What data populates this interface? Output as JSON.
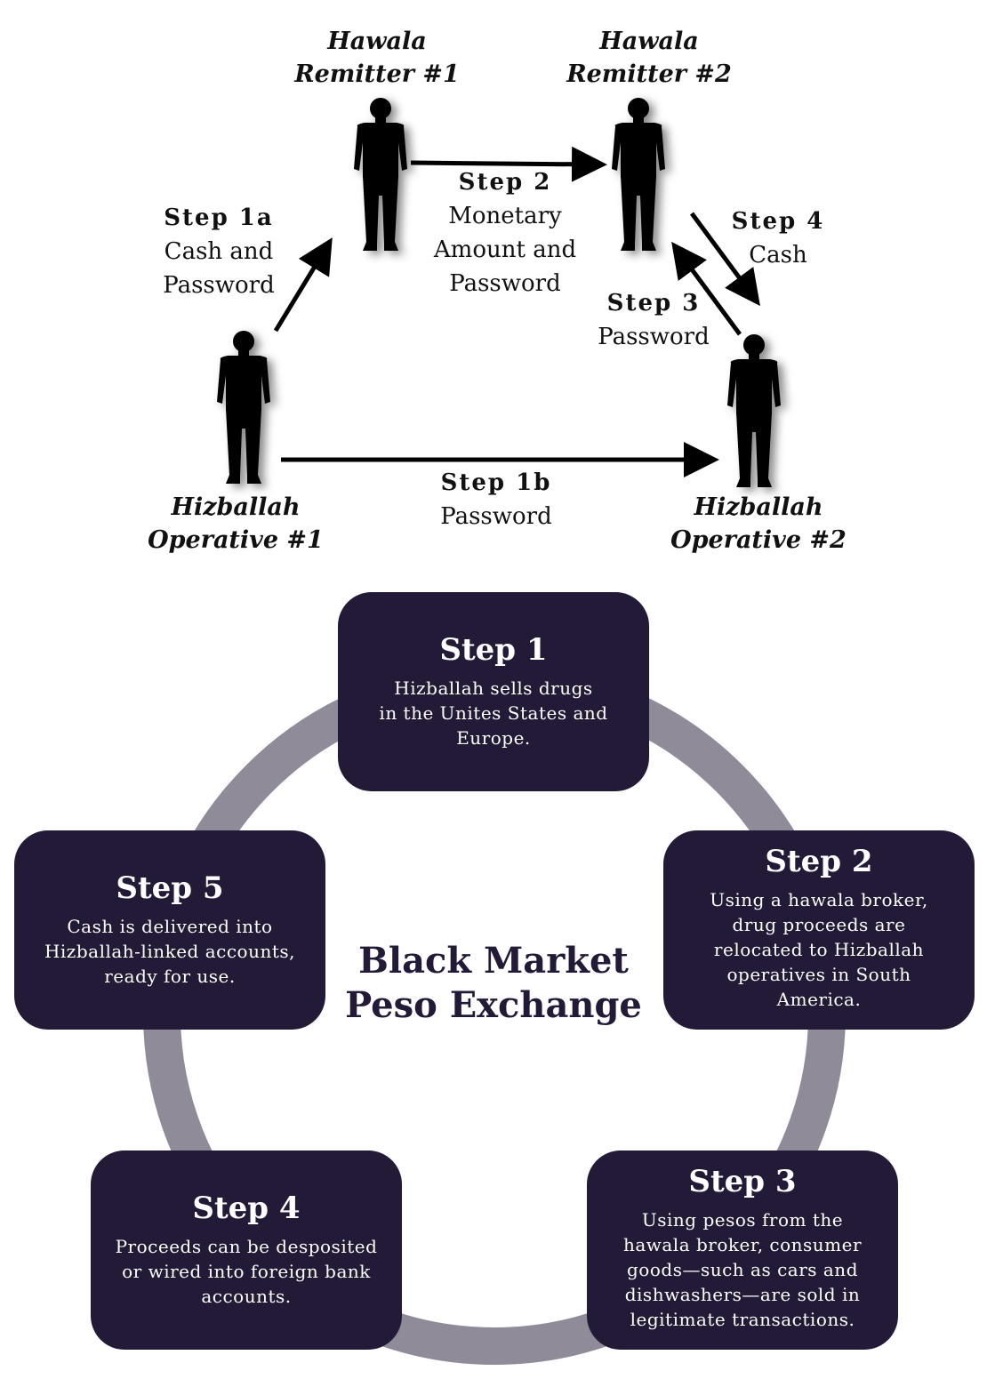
{
  "hawala_diagram": {
    "roles": {
      "remitter1": [
        "Hawala",
        "Remitter #1"
      ],
      "remitter2": [
        "Hawala",
        "Remitter #2"
      ],
      "operative1": [
        "Hizballah",
        "Operative #1"
      ],
      "operative2": [
        "Hizballah",
        "Operative #2"
      ]
    },
    "steps": {
      "step1a": {
        "title": "Step 1a",
        "lines": [
          "Cash and",
          "Password"
        ]
      },
      "step1b": {
        "title": "Step 1b",
        "lines": [
          "Password"
        ]
      },
      "step2": {
        "title": "Step 2",
        "lines": [
          "Monetary",
          "Amount and",
          "Password"
        ]
      },
      "step3": {
        "title": "Step 3",
        "lines": [
          "Password"
        ]
      },
      "step4": {
        "title": "Step 4",
        "lines": [
          "Cash"
        ]
      }
    }
  },
  "peso_cycle": {
    "center_title": [
      "Black Market",
      "Peso Exchange"
    ],
    "ring_color": "#8f8b99",
    "box_color": "#221a36",
    "steps": [
      {
        "title": "Step 1",
        "text": [
          "Hizballah sells drugs",
          "in the Unites States and",
          "Europe."
        ]
      },
      {
        "title": "Step 2",
        "text": [
          "Using a hawala broker,",
          "drug proceeds are",
          "relocated to Hizballah",
          "operatives in South",
          "America."
        ]
      },
      {
        "title": "Step 3",
        "text": [
          "Using pesos from the",
          "hawala broker, consumer",
          "goods—such as cars and",
          "dishwashers—are sold in",
          "legitimate transactions."
        ]
      },
      {
        "title": "Step 4",
        "text": [
          "Proceeds can be desposited",
          "or wired into foreign bank",
          "accounts."
        ]
      },
      {
        "title": "Step 5",
        "text": [
          "Cash is delivered into",
          "Hizballah-linked accounts,",
          "ready for use."
        ]
      }
    ]
  }
}
